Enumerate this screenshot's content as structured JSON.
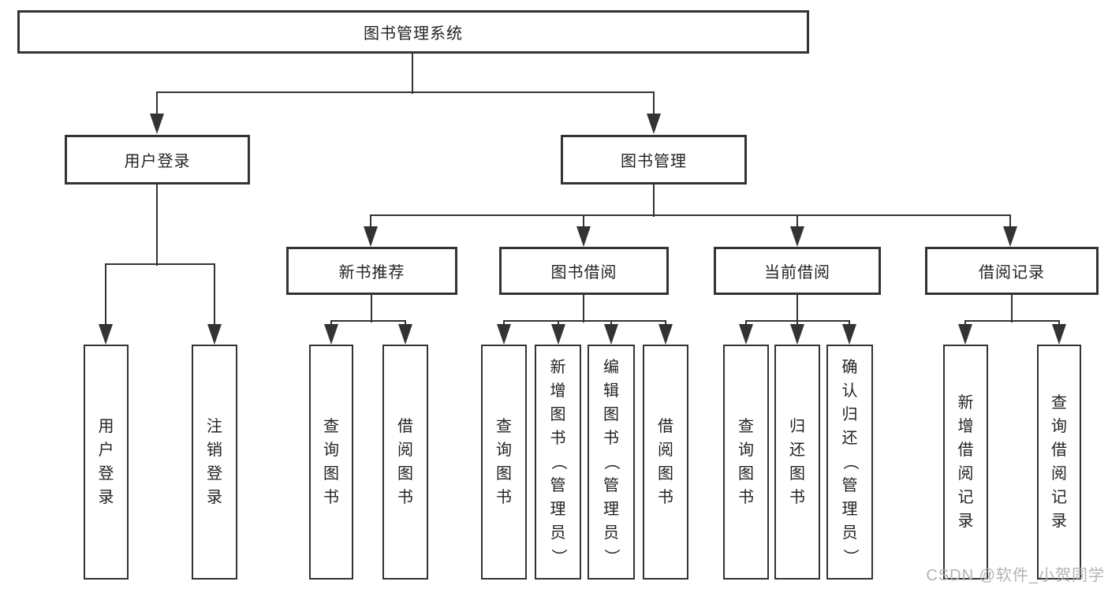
{
  "diagram": {
    "root": {
      "label": "图书管理系统"
    },
    "level2": [
      {
        "label": "用户登录"
      },
      {
        "label": "图书管理"
      }
    ],
    "level3": [
      {
        "label": "新书推荐"
      },
      {
        "label": "图书借阅"
      },
      {
        "label": "当前借阅"
      },
      {
        "label": "借阅记录"
      }
    ],
    "leaves": [
      {
        "label": "用户登录"
      },
      {
        "label": "注销登录"
      },
      {
        "label": "查询图书"
      },
      {
        "label": "借阅图书"
      },
      {
        "label": "查询图书"
      },
      {
        "label": "新增图书（管理员）"
      },
      {
        "label": "编辑图书（管理员）"
      },
      {
        "label": "借阅图书"
      },
      {
        "label": "查询图书"
      },
      {
        "label": "归还图书"
      },
      {
        "label": "确认归还（管理员）"
      },
      {
        "label": "新增借阅记录"
      },
      {
        "label": "查询借阅记录"
      }
    ]
  },
  "watermark": {
    "text": "CSDN @软件_小贺同学"
  },
  "colors": {
    "line": "#333333",
    "text": "#232323",
    "watermark": "#b3b3b3",
    "background": "#ffffff"
  }
}
